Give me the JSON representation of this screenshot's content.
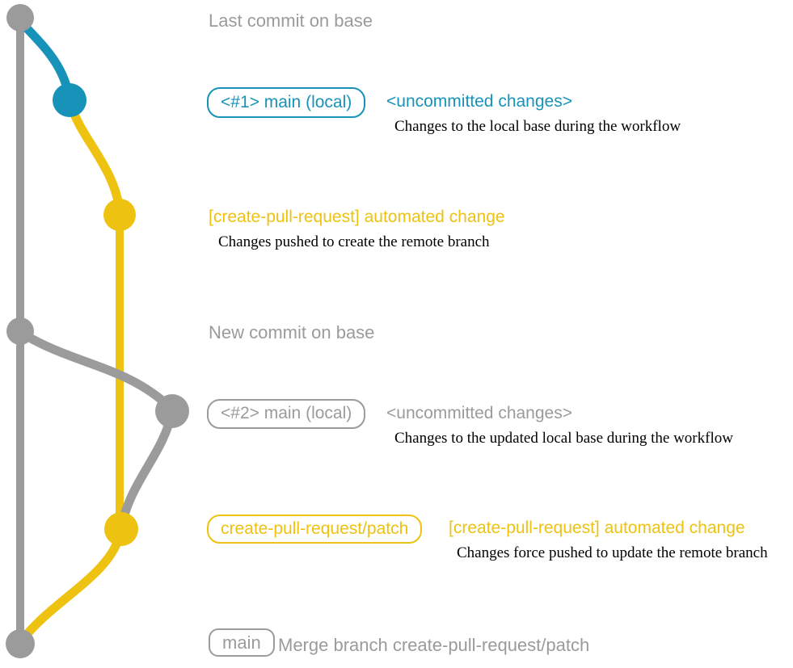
{
  "colors": {
    "gray": "#9b9b9b",
    "blue": "#1793ba",
    "yellow": "#eec211",
    "ink": "#000000"
  },
  "graph": {
    "branches": [
      {
        "name": "base",
        "color": "gray"
      },
      {
        "name": "main-local",
        "color": "blue"
      },
      {
        "name": "create-pull-request-patch",
        "color": "yellow"
      }
    ],
    "commits": [
      {
        "name": "last-commit-on-base",
        "color": "gray"
      },
      {
        "name": "uncommitted-changes-1",
        "color": "blue"
      },
      {
        "name": "automated-change-1",
        "color": "yellow"
      },
      {
        "name": "new-commit-on-base",
        "color": "gray"
      },
      {
        "name": "uncommitted-changes-2",
        "color": "gray"
      },
      {
        "name": "automated-change-2",
        "color": "yellow"
      },
      {
        "name": "merge-commit",
        "color": "gray"
      }
    ]
  },
  "annotations": {
    "last_commit": {
      "title": "Last commit on base"
    },
    "uncommitted_1": {
      "badge": "<#1> main (local)",
      "title": "<uncommitted changes>",
      "description": "Changes to the local base during the workflow"
    },
    "automated_change_1": {
      "title": "[create-pull-request] automated change",
      "description": "Changes pushed to create the remote branch"
    },
    "new_commit": {
      "title": "New commit on base"
    },
    "uncommitted_2": {
      "badge": "<#2> main (local)",
      "title": "<uncommitted changes>",
      "description": "Changes to the updated local base during the workflow"
    },
    "automated_change_2": {
      "badge": "create-pull-request/patch",
      "title": "[create-pull-request] automated change",
      "description": "Changes force pushed to update the remote branch"
    },
    "merge": {
      "badge": "main",
      "title": "Merge branch create-pull-request/patch"
    }
  }
}
